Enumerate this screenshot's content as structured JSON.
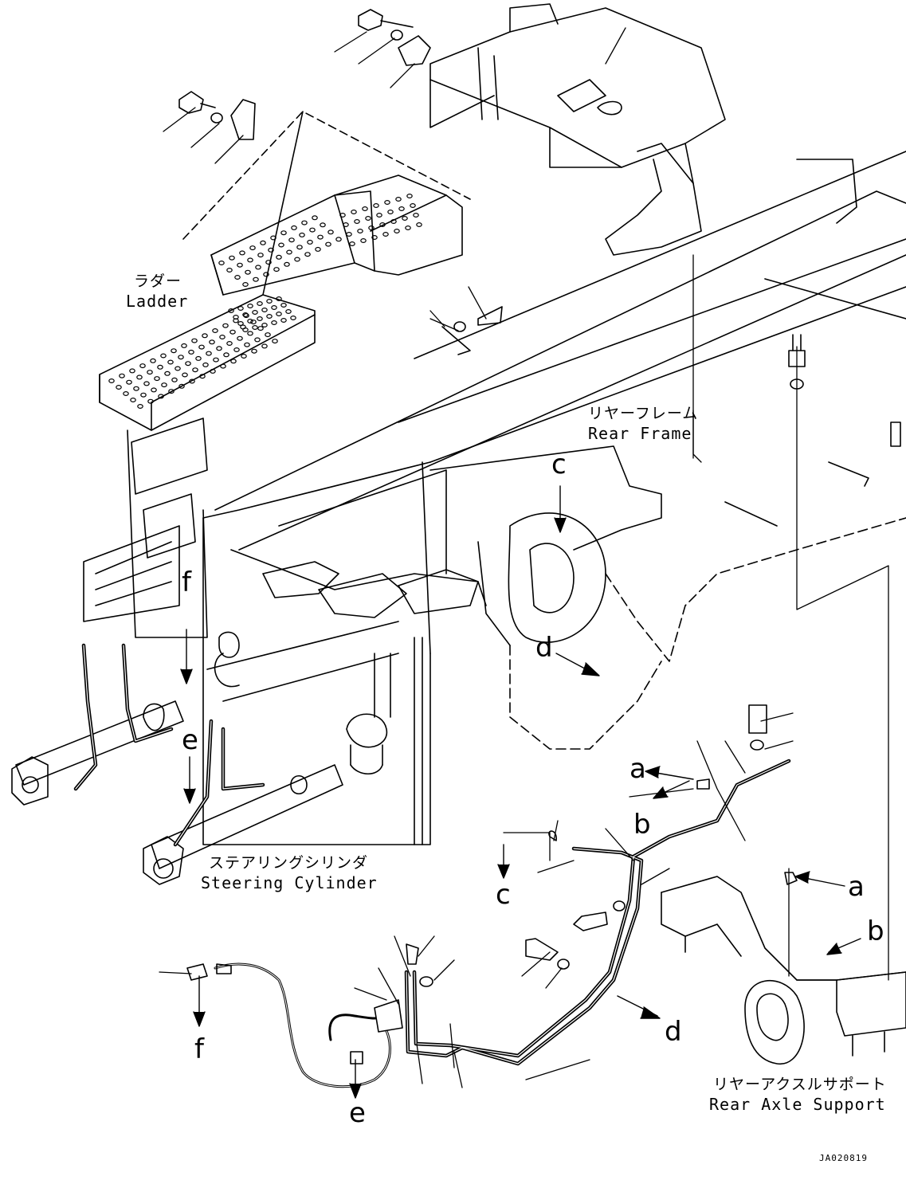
{
  "labels": {
    "ladder_jp": "ラダー",
    "ladder_en": "Ladder",
    "rear_frame_jp": "リヤーフレーム",
    "rear_frame_en": "Rear Frame",
    "steering_jp": "ステアリングシリンダ",
    "steering_en": "Steering Cylinder",
    "axle_jp": "リヤーアクスルサポート",
    "axle_en": "Rear Axle Support"
  },
  "refs": {
    "c_top": "c",
    "d_top": "d",
    "f_top": "f",
    "e_top": "e",
    "a_top": "a",
    "b_top": "b",
    "c_bottom": "c",
    "a_right": "a",
    "b_right": "b",
    "d_bottom": "d",
    "f_bottom": "f",
    "e_bottom": "e"
  },
  "drawing_code": "JA020819"
}
